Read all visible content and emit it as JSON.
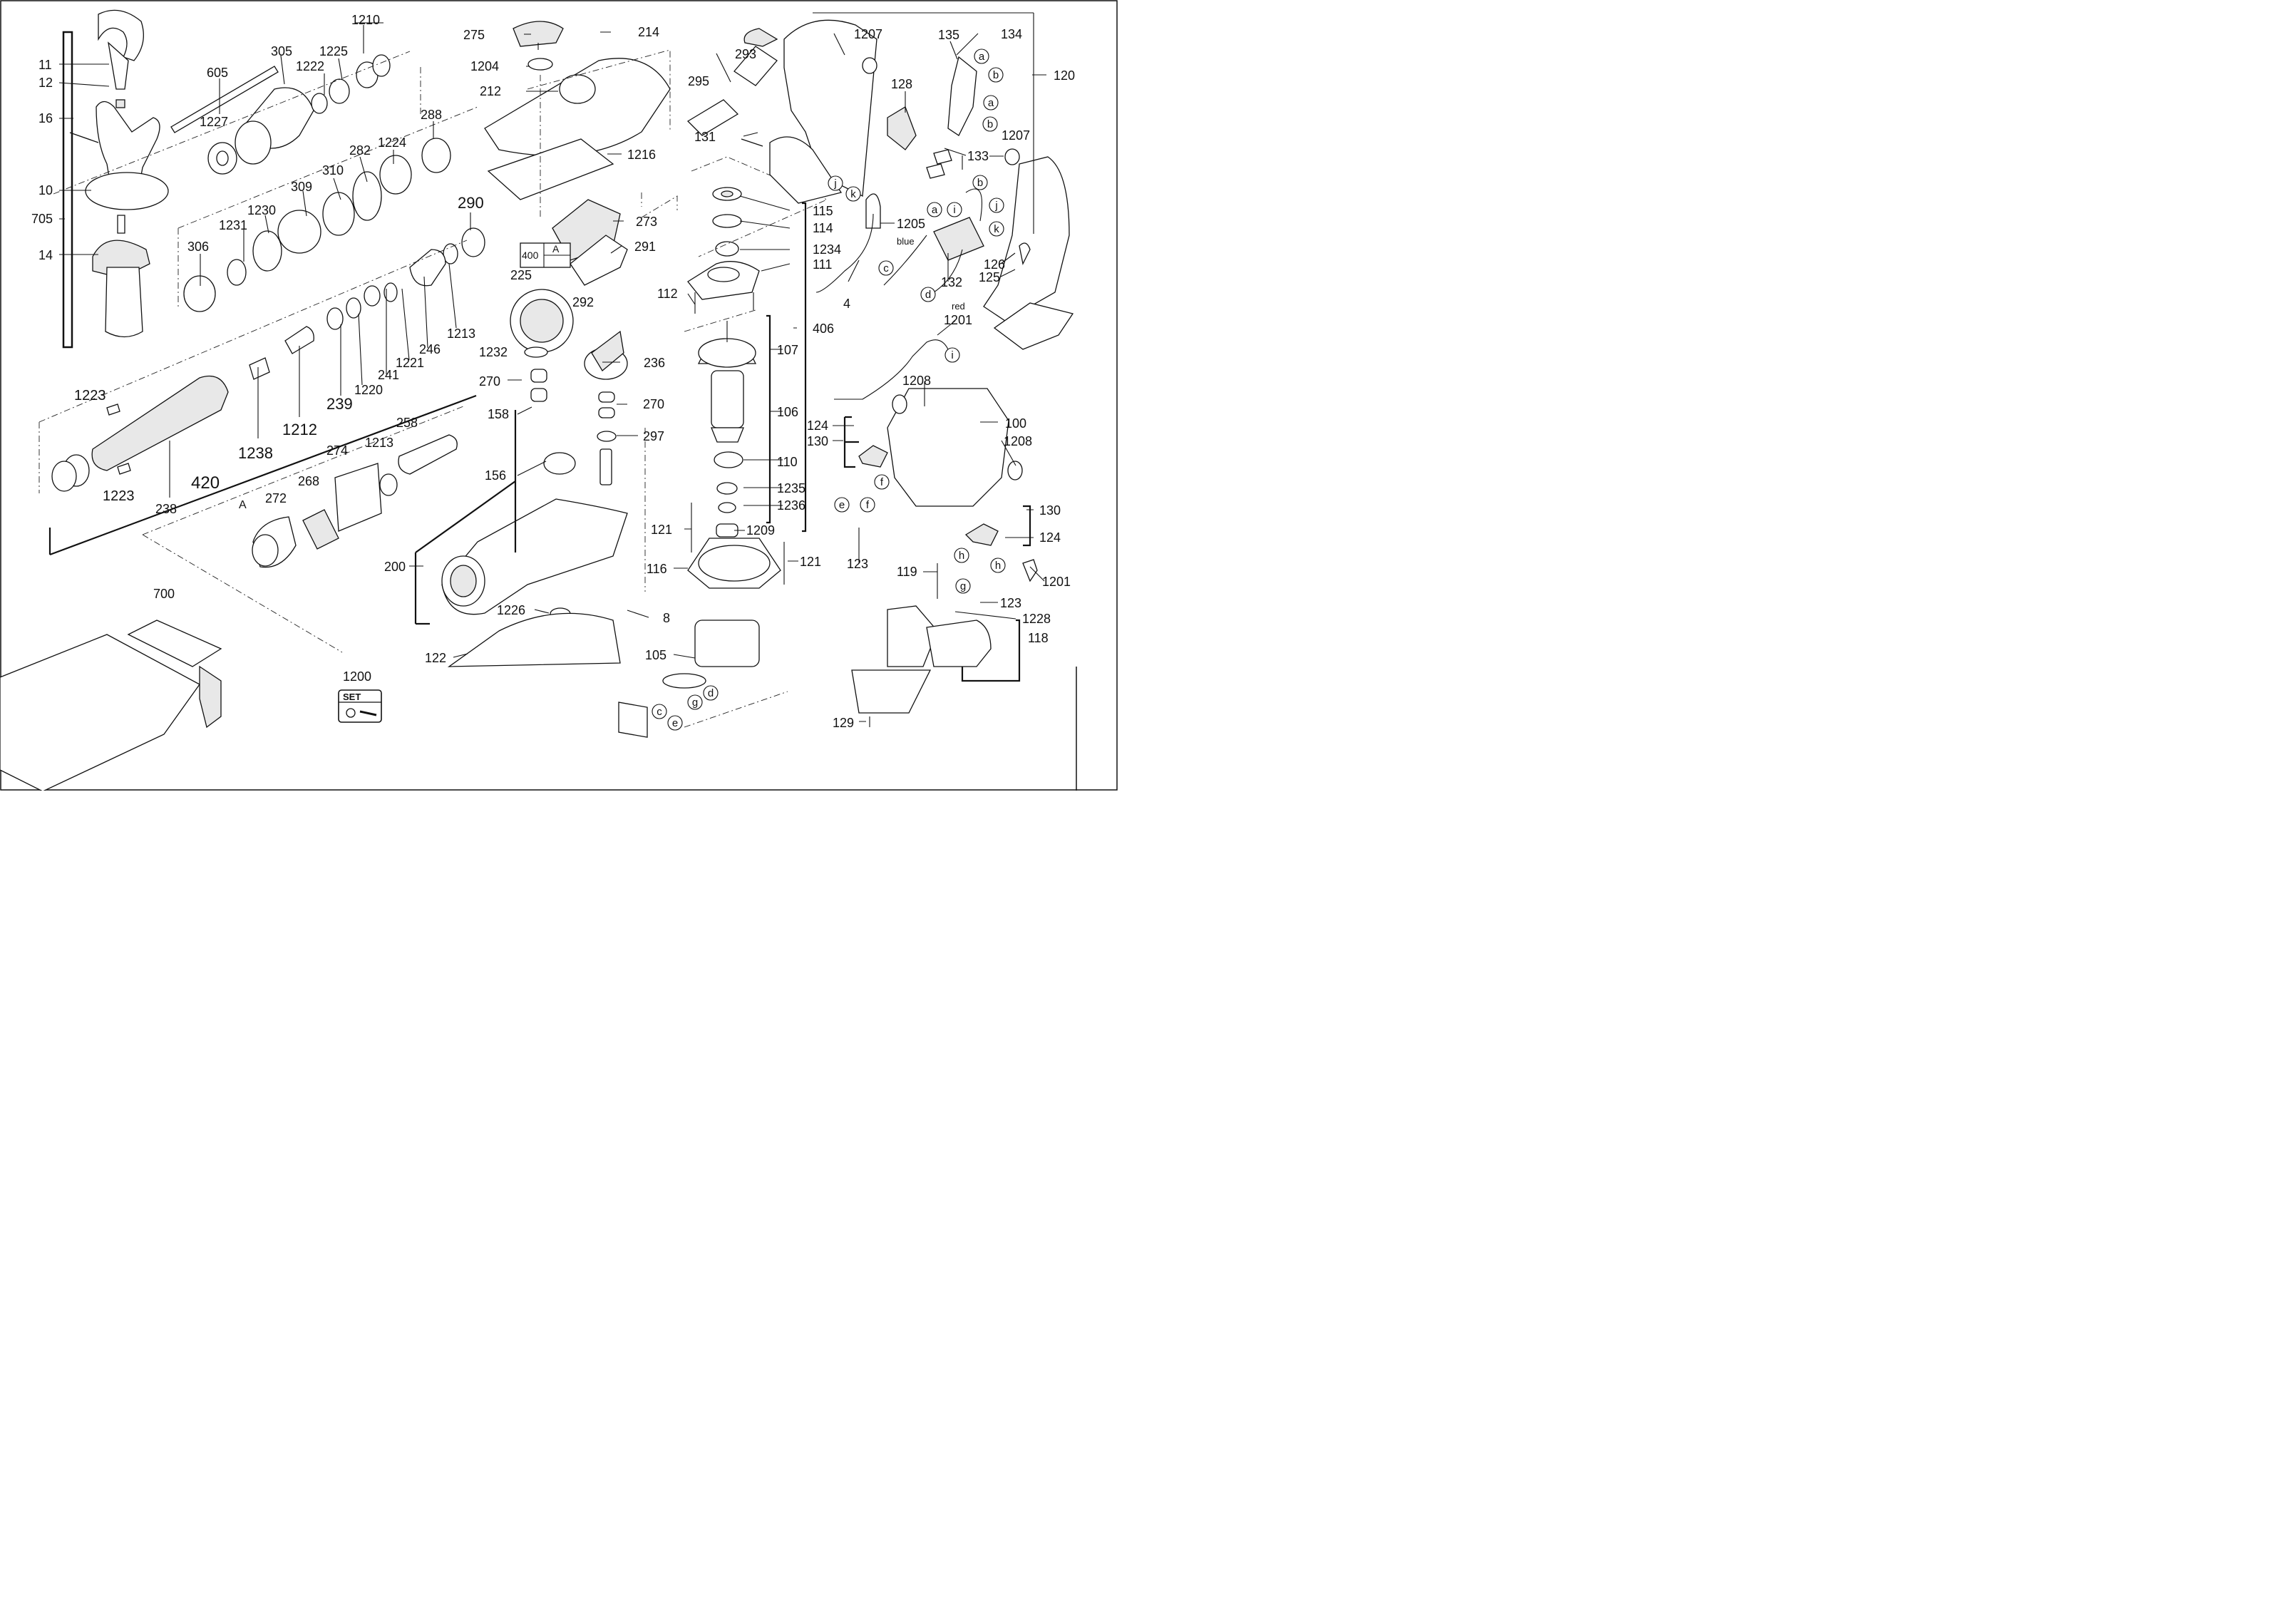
{
  "labels": {
    "11": "11",
    "12": "12",
    "16": "16",
    "10": "10",
    "705": "705",
    "14": "14",
    "605": "605",
    "305": "305",
    "1210": "1210",
    "1225": "1225",
    "1222": "1222",
    "1227": "1227",
    "288": "288",
    "1224": "1224",
    "282": "282",
    "310": "310",
    "309": "309",
    "1230": "1230",
    "1231": "1231",
    "306": "306",
    "290": "290",
    "1213a": "1213",
    "246": "246",
    "1221": "1221",
    "241": "241",
    "1220": "1220",
    "239": "239",
    "1212": "1212",
    "1238": "1238",
    "420": "420",
    "238": "238",
    "1223a": "1223",
    "1223b": "1223",
    "258": "258",
    "1213b": "1213",
    "274": "274",
    "268": "268",
    "272": "272",
    "A1": "A",
    "700": "700",
    "1200": "1200",
    "275": "275",
    "214": "214",
    "1204": "1204",
    "212": "212",
    "1216": "1216",
    "273": "273",
    "291": "291",
    "400": "400",
    "A2": "A",
    "225": "225",
    "292": "292",
    "1232": "1232",
    "270a": "270",
    "236": "236",
    "270b": "270",
    "158": "158",
    "297": "297",
    "156": "156",
    "200": "200",
    "1226": "1226",
    "122": "122",
    "8": "8",
    "293": "293",
    "295": "295",
    "131": "131",
    "1207a": "1207",
    "135": "135",
    "134": "134",
    "120": "120",
    "128": "128",
    "133": "133",
    "1207b": "1207",
    "115": "115",
    "114": "114",
    "1234": "1234",
    "111": "111",
    "112": "112",
    "406": "406",
    "107": "107",
    "106": "106",
    "110": "110",
    "1235": "1235",
    "1236": "1236",
    "1209": "1209",
    "121a": "121",
    "121b": "121",
    "116": "116",
    "105": "105",
    "1205": "1205",
    "4": "4",
    "blue": "blue",
    "red": "red",
    "132": "132",
    "126": "126",
    "125": "125",
    "1201a": "1201",
    "1208a": "1208",
    "100": "100",
    "1208b": "1208",
    "124a": "124",
    "130a": "130",
    "130b": "130",
    "124b": "124",
    "123a": "123",
    "119": "119",
    "1201b": "1201",
    "123b": "123",
    "1228": "1228",
    "118": "118",
    "129": "129",
    "set": "SET"
  },
  "callouts": [
    "a",
    "b",
    "a",
    "b",
    "a",
    "b",
    "j",
    "k",
    "j",
    "k",
    "i",
    "c",
    "d",
    "i",
    "f",
    "e",
    "f",
    "h",
    "h",
    "g",
    "c",
    "e",
    "g",
    "d"
  ]
}
